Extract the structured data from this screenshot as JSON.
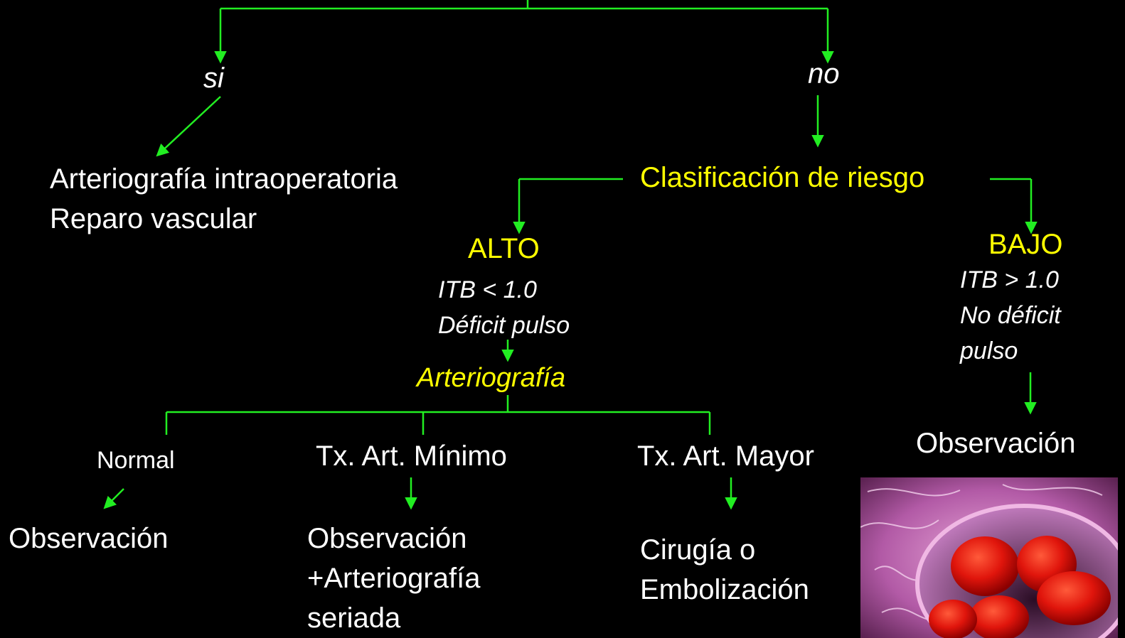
{
  "colors": {
    "background": "#000000",
    "connector": "#22ee22",
    "primary_text": "#ffffff",
    "highlight_text": "#ffff00"
  },
  "branch_yes": {
    "label": "si",
    "outcome_line1": "Arteriografía intraoperatoria",
    "outcome_line2": "Reparo vascular"
  },
  "branch_no": {
    "label": "no",
    "classification": "Clasificación de riesgo"
  },
  "high_risk": {
    "title": "ALTO",
    "criteria_line1": "ITB < 1.0",
    "criteria_line2": "Déficit pulso",
    "study": "Arteriografía",
    "outcomes": [
      {
        "finding": "Normal",
        "action_lines": [
          "Observación"
        ]
      },
      {
        "finding": "Tx. Art. Mínimo",
        "action_lines": [
          "Observación",
          "+Arteriografía",
          "seriada"
        ]
      },
      {
        "finding": "Tx. Art. Mayor",
        "action_lines": [
          "Cirugía o",
          "Embolización"
        ]
      }
    ]
  },
  "low_risk": {
    "title": "BAJO",
    "criteria_lines": [
      "ITB > 1.0",
      "No déficit",
      "pulso"
    ],
    "action": "Observación"
  },
  "image": {
    "subject": "red blood cells in vessel micrograph"
  }
}
